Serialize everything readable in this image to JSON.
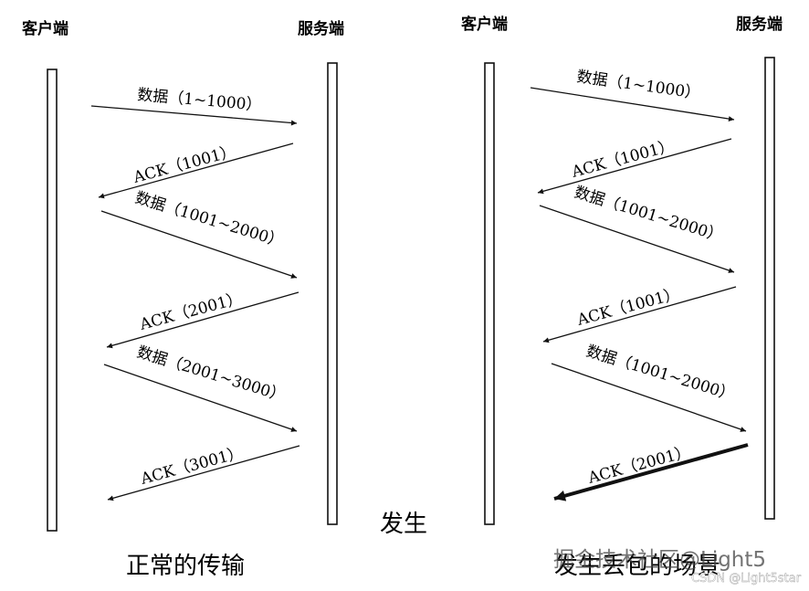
{
  "left_diagram": {
    "client_label": "客户端",
    "server_label": "服务端",
    "messages": [
      {
        "label": "数据（1~1000）"
      },
      {
        "label": "ACK（1001）"
      },
      {
        "label": "数据（1001~2000）"
      },
      {
        "label": "ACK（2001）"
      },
      {
        "label": "数据（2001~3000）"
      },
      {
        "label": "ACK（3001）"
      }
    ],
    "caption": "正常的传输"
  },
  "right_diagram": {
    "client_label": "客户端",
    "server_label": "服务端",
    "messages": [
      {
        "label": "数据（1~1000）"
      },
      {
        "label": "ACK（1001）"
      },
      {
        "label": "数据（1001~2000）"
      },
      {
        "label": "ACK（1001）"
      },
      {
        "label": "数据（1001~2000）"
      },
      {
        "label": "ACK（2001）",
        "emphasis": true
      }
    ],
    "caption_partial": "发生",
    "caption": "发生丢包的场景"
  },
  "watermark": {
    "main": "掘金技术社区@Light5",
    "sub": "CSDN @Light5star"
  }
}
